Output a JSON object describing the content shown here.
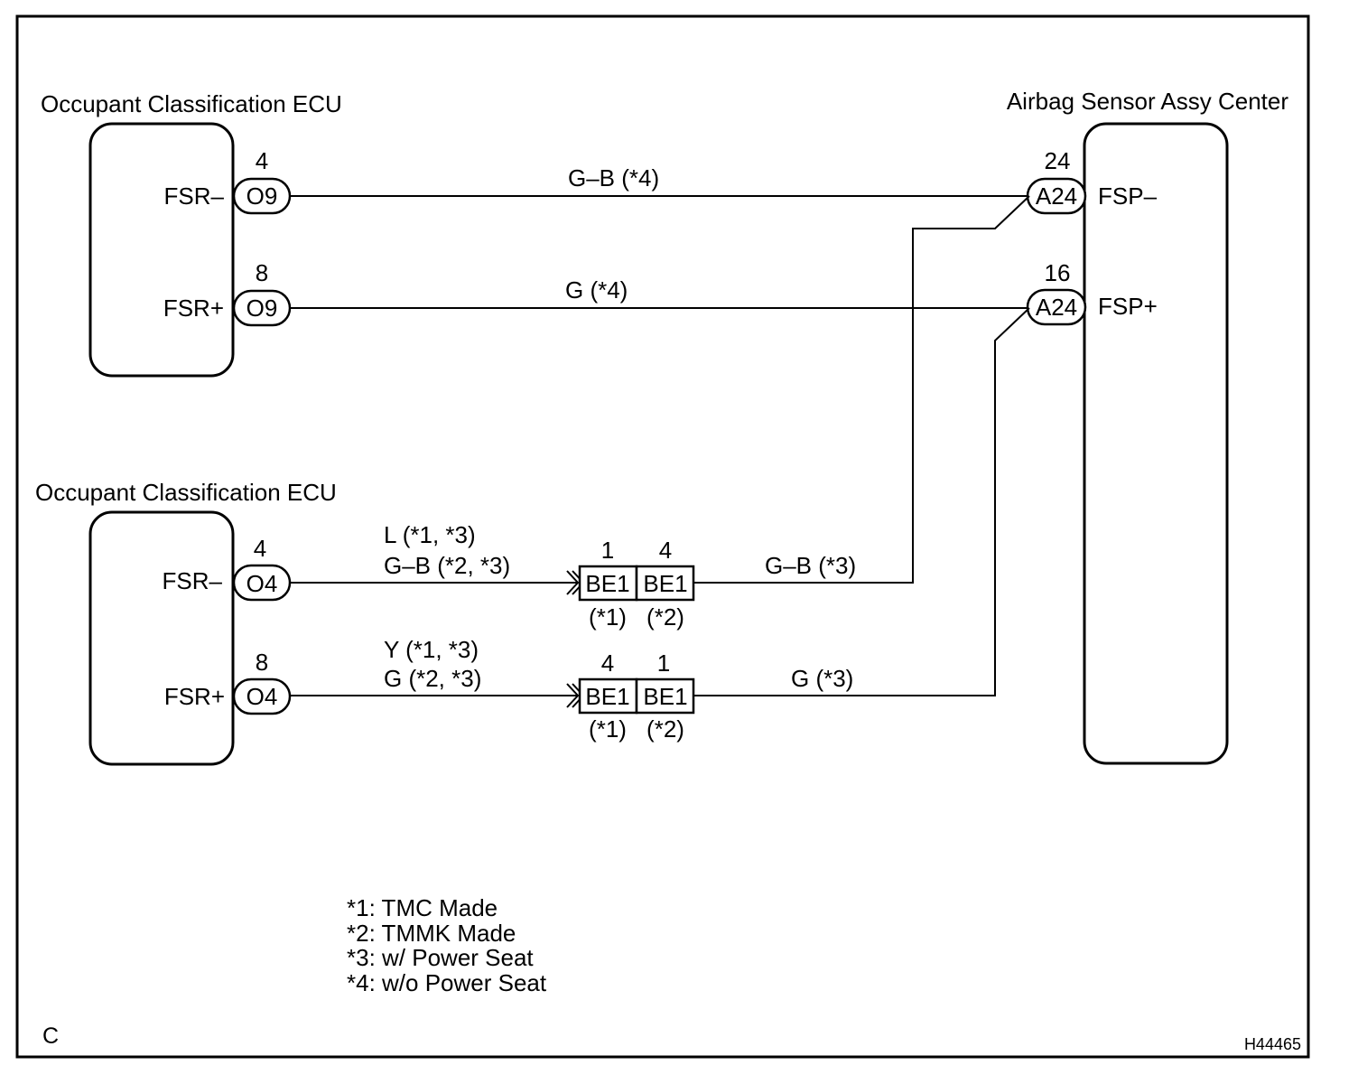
{
  "ecu_upper": {
    "title": "Occupant Classification ECU",
    "pin_minus": "FSR–",
    "pin_plus": "FSR+",
    "conn_minus": {
      "pin": "4",
      "code": "O9"
    },
    "conn_plus": {
      "pin": "8",
      "code": "O9"
    }
  },
  "ecu_lower": {
    "title": "Occupant Classification ECU",
    "pin_minus": "FSR–",
    "pin_plus": "FSR+",
    "conn_minus": {
      "pin": "4",
      "code": "O4"
    },
    "conn_plus": {
      "pin": "8",
      "code": "O4"
    }
  },
  "airbag": {
    "title": "Airbag Sensor Assy Center",
    "pin_minus": "FSP–",
    "pin_plus": "FSP+",
    "conn_minus": {
      "pin": "24",
      "code": "A24"
    },
    "conn_plus": {
      "pin": "16",
      "code": "A24"
    }
  },
  "wires": {
    "upper_minus": "G–B (*4)",
    "upper_plus": "G (*4)",
    "lower_minus_line1": "L (*1, *3)",
    "lower_minus_line2": "G–B (*2, *3)",
    "lower_plus_line1": "Y (*1, *3)",
    "lower_plus_line2": "G (*2, *3)",
    "after_minus": "G–B (*3)",
    "after_plus": "G (*3)"
  },
  "junction": {
    "code": "BE1",
    "row_minus": {
      "left_pin": "1",
      "right_pin": "4",
      "left_note": "(*1)",
      "right_note": "(*2)"
    },
    "row_plus": {
      "left_pin": "4",
      "right_pin": "1",
      "left_note": "(*1)",
      "right_note": "(*2)"
    }
  },
  "legend": [
    "*1: TMC Made",
    "*2: TMMK Made",
    "*3: w/ Power Seat",
    "*4: w/o Power Seat"
  ],
  "corner_label": "C",
  "figure_id": "H44465"
}
